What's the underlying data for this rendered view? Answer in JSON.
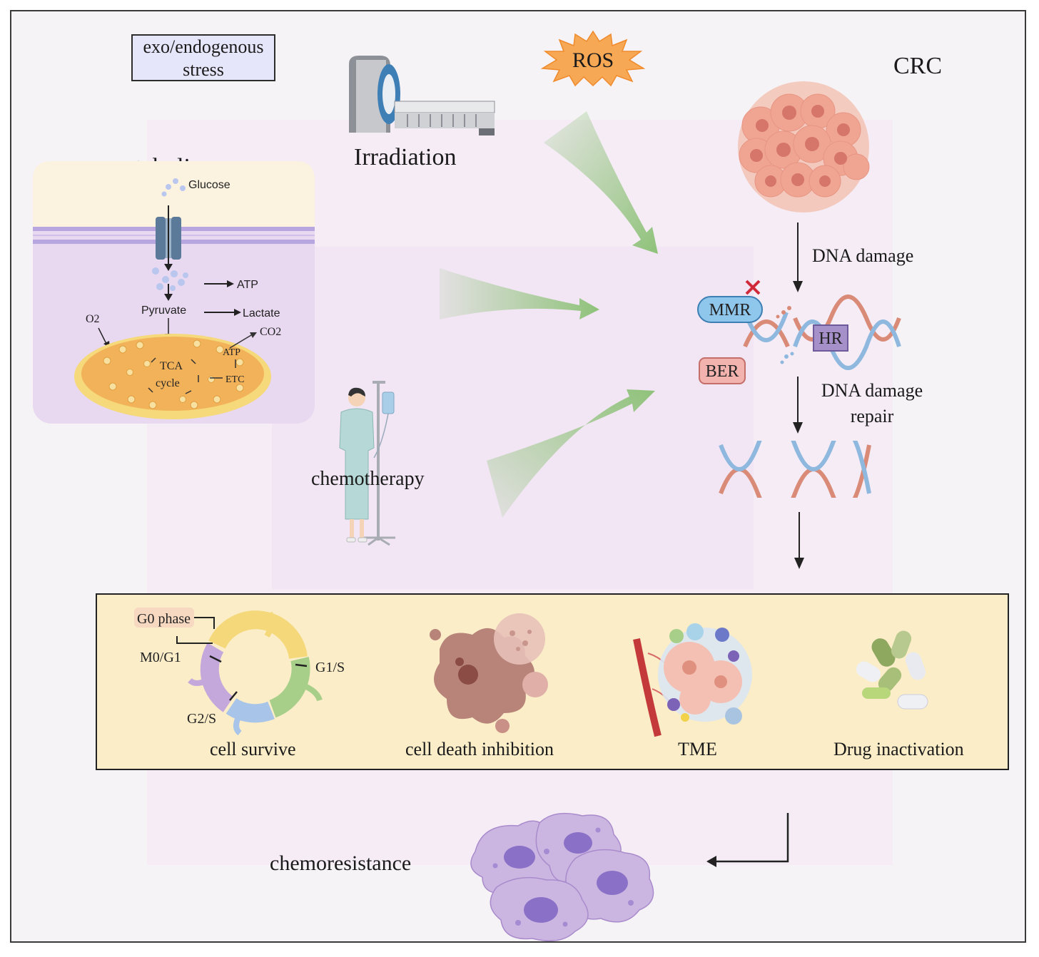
{
  "stress_box": {
    "line1": "exo/endogenous",
    "line2": "stress"
  },
  "sources": {
    "ros": "ROS",
    "irradiation": "Irradiation",
    "metabolism": "metabolism",
    "chemotherapy": "chemotherapy"
  },
  "metabolism_panel": {
    "glucose": "Glucose",
    "atp_top": "ATP",
    "pyruvate": "Pyruvate",
    "lactate": "Lactate",
    "o2": "O2",
    "co2": "CO2",
    "atp_mito": "ATP",
    "tca": "TCA",
    "cycle": "cycle",
    "etc": "ETC"
  },
  "crc_pathway": {
    "crc": "CRC",
    "dna_damage": "DNA damage",
    "mmr": "MMR",
    "hr": "HR",
    "ber": "BER",
    "repair_line1": "DNA damage",
    "repair_line2": "repair"
  },
  "mechanisms": {
    "cell_cycle": {
      "g0": "G0 phase",
      "m0g1": "M0/G1",
      "g1s": "G1/S",
      "g2s": "G2/S"
    },
    "cell_survive": "cell survive",
    "cell_death_inhibition": "cell death inhibition",
    "tme": "TME",
    "drug_inactivation": "Drug inactivation"
  },
  "outcome": "chemoresistance",
  "colors": {
    "green_arrow": "#8fc27a",
    "ros_burst": "#f6a855",
    "mito": "#f2b25a",
    "membrane": "#b7a6e0",
    "mmr_fill": "#8fc6ec",
    "ber_fill": "#f2b2ae",
    "hr_fill": "#a690c9",
    "dna_blue": "#8fb8df",
    "dna_red": "#d98b78",
    "mechanism_box": "#faedc8",
    "chemoresistant_cell": "#b99fd6",
    "tumor": "#f0a593",
    "cross": "#d02a3a"
  }
}
